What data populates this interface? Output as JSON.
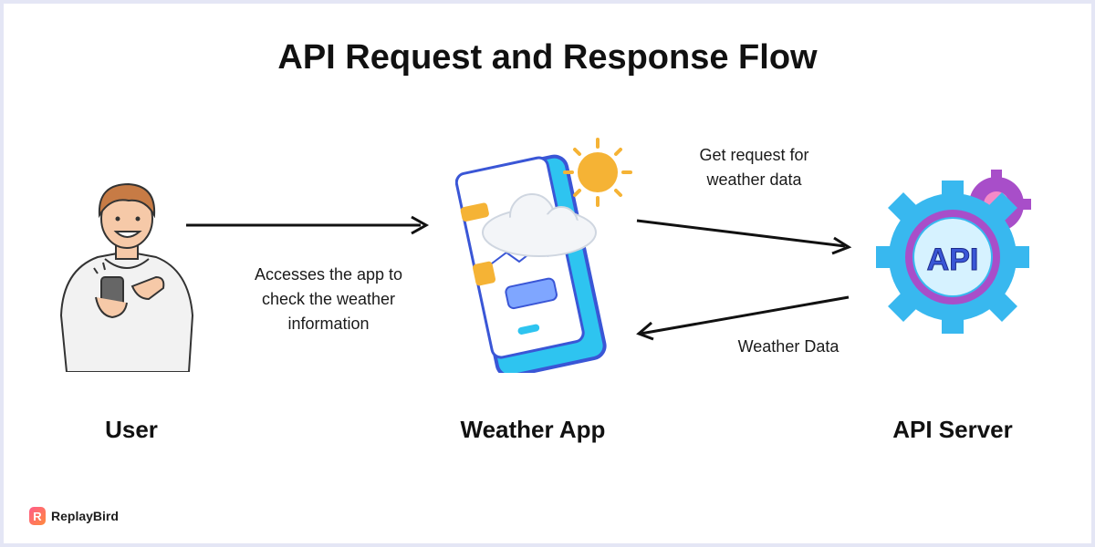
{
  "title": "API Request and Response Flow",
  "nodes": {
    "user": "User",
    "app": "Weather App",
    "server": "API Server",
    "server_badge": "API"
  },
  "edges": {
    "access_note": [
      "Accesses the app to",
      "check the weather",
      "information"
    ],
    "request_note": [
      "Get request for",
      "weather data"
    ],
    "response_note": "Weather Data"
  },
  "brand": {
    "mark": "R",
    "name": "ReplayBird"
  },
  "colors": {
    "app_frame": "#2ec4f0",
    "app_screen_edge": "#3a56d6",
    "sun": "#f5b335",
    "gear": "#38b8ef",
    "gear_ring": "#a84ec9"
  }
}
